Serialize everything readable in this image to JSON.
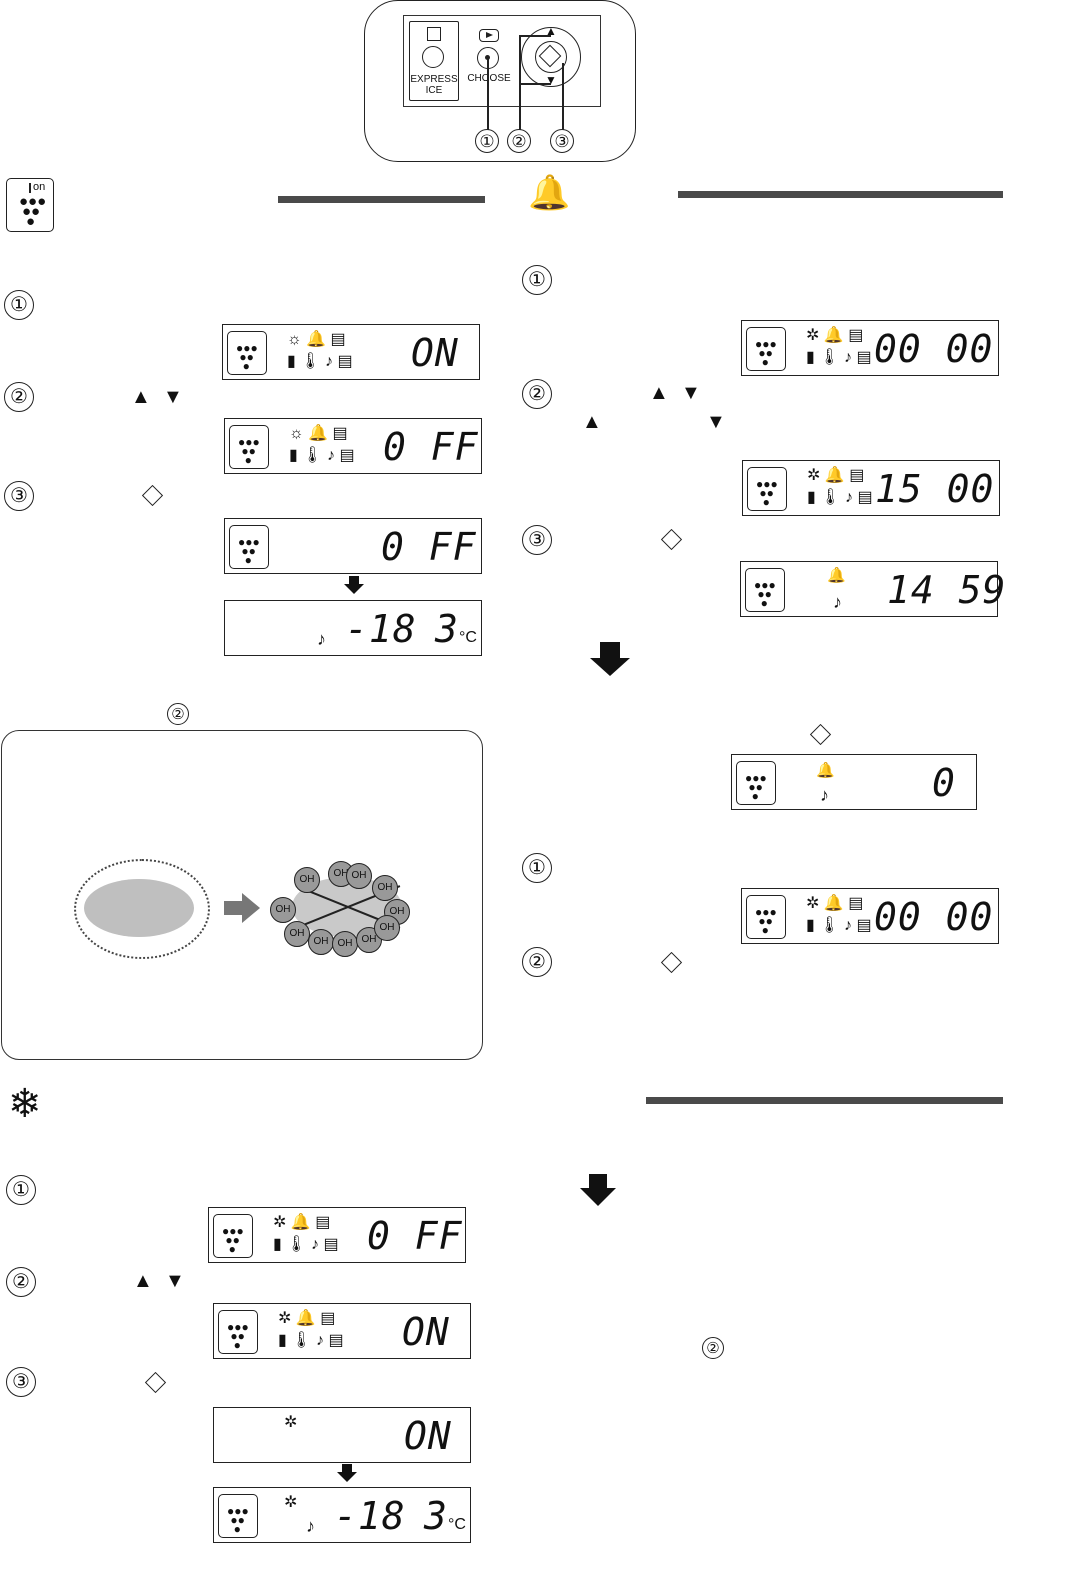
{
  "control_panel": {
    "express_label": "EXPRESS",
    "ice_label": "ICE",
    "choose_label": "CHOOSE",
    "callouts": [
      "①",
      "②",
      "③"
    ]
  },
  "ion_section": {
    "steps": [
      "①",
      "②",
      "③"
    ],
    "arrows": [
      "▲",
      "▼"
    ],
    "lcd_1": "ON",
    "lcd_2": "0 FF",
    "lcd_3": "0 FF",
    "lcd_4_temp1": "-18",
    "lcd_4_temp2": "3",
    "unit": "°C",
    "ion_tag": "on",
    "note_marker": "②"
  },
  "ion_diagram": {
    "oh_label": "OH"
  },
  "alarm_section": {
    "steps": [
      "①",
      "②",
      "③"
    ],
    "arrows": [
      "▲",
      "▼"
    ],
    "lcd_1": "00 00",
    "lcd_2": "15 00",
    "lcd_3": "14 59",
    "lcd_4": "0",
    "lcd_5": "00 00",
    "steps_b": [
      "①",
      "②"
    ],
    "note_marker": "②"
  },
  "freeze_section": {
    "steps": [
      "①",
      "②",
      "③"
    ],
    "arrows": [
      "▲",
      "▼"
    ],
    "lcd_1": "0 FF",
    "lcd_2": "ON",
    "lcd_3": "ON",
    "lcd_4_temp1": "-18",
    "lcd_4_temp2": "3",
    "unit": "°C"
  },
  "icons": [
    "grape-ion-icon",
    "bell-icon",
    "snowflake-icon",
    "start-diamond-icon",
    "music-note-icon",
    "thermometer-icon",
    "bag-icon"
  ]
}
